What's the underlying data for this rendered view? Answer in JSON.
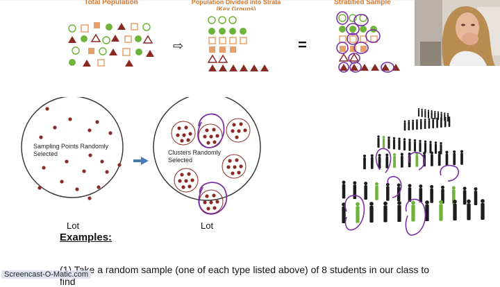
{
  "slide": {
    "stratified": {
      "total_population_label": "Total Population",
      "strata_label": "Population Divided into Strata (Key Groups)",
      "stratified_sample_label": "Stratified Sample",
      "arrow_glyph": "⇨",
      "equals_glyph": "="
    },
    "cluster": {
      "left_circle_label": "Sampling Points Randomly Selected",
      "right_circle_label": "Clusters Randomly Selected",
      "left_lot_label": "Lot",
      "right_lot_label": "Lot"
    },
    "examples": {
      "title": "Examples:",
      "line1": "(1) Take a random sample (one of each type listed above) of 8 students in our class to",
      "line2": "find"
    }
  },
  "watermark": "Screencast-O-Matic.com",
  "colors": {
    "accent_orange": "#e8a06a",
    "green": "#6fb33a",
    "maroon": "#8a2a25",
    "annotation_purple": "#7a2ea0",
    "title_orange": "#d9762b"
  },
  "icons": {
    "webcam": "presenter-webcam",
    "people_line": "people-line-illustration"
  }
}
